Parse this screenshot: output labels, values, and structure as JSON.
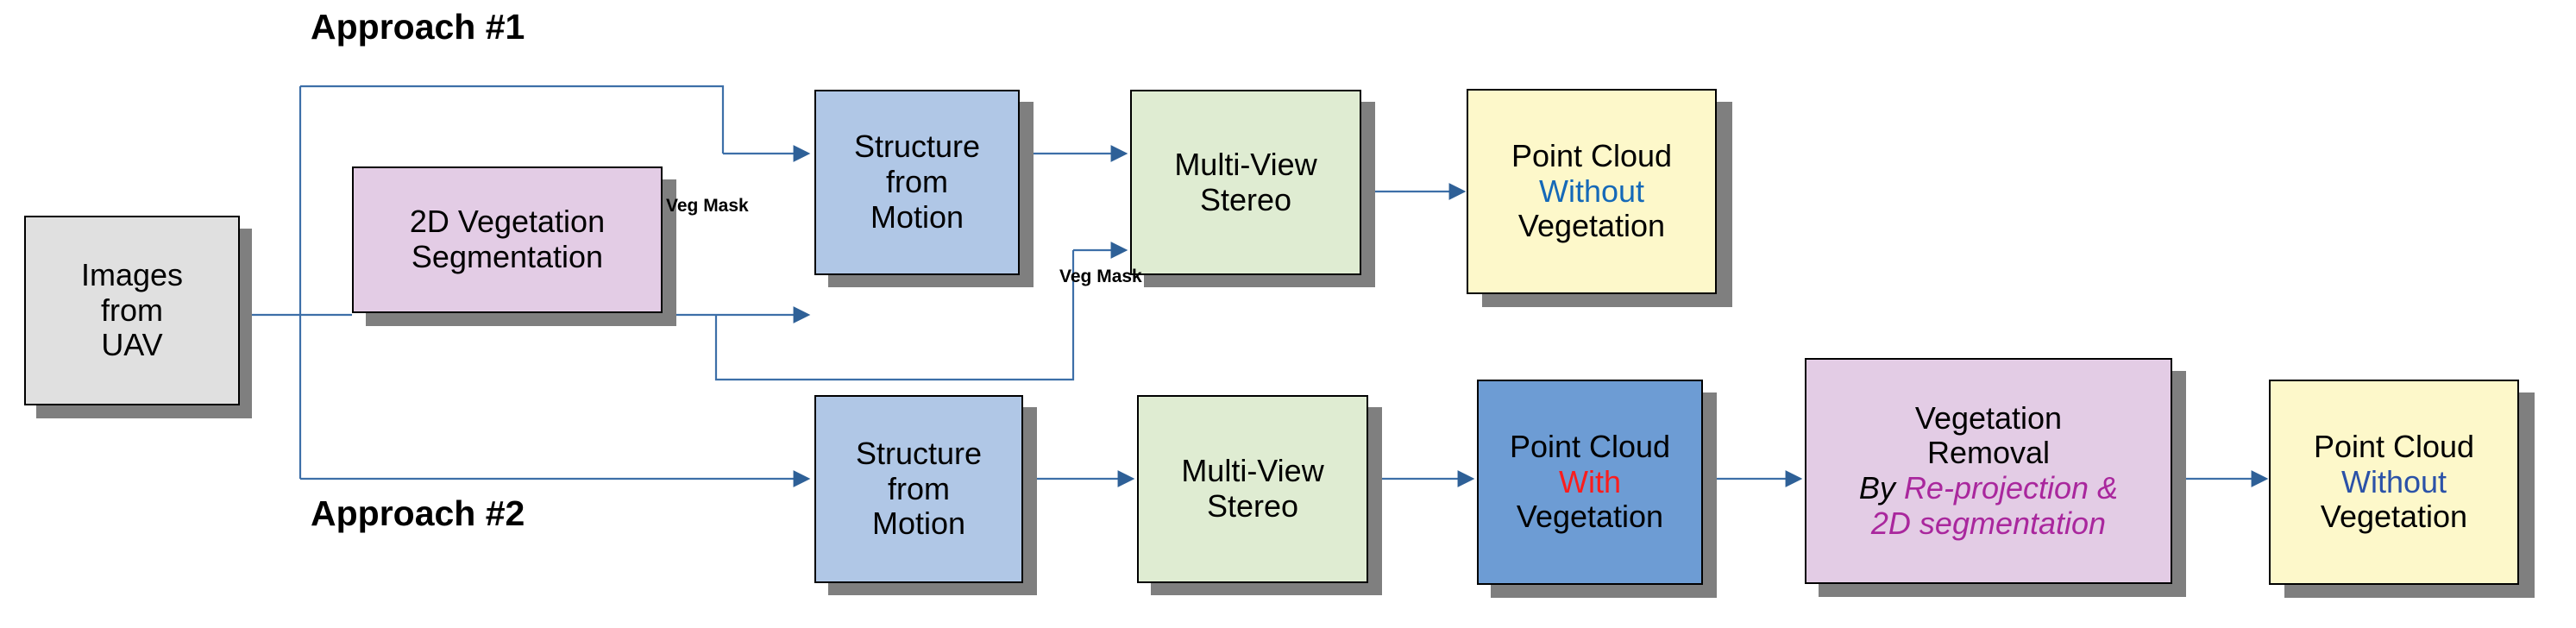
{
  "diagram": {
    "title": "UAV image vegetation removal – two approaches",
    "headings": [
      {
        "id": "approach-1",
        "label": "Approach #1"
      },
      {
        "id": "approach-2",
        "label": "Approach #2"
      }
    ],
    "edge_labels": [
      {
        "id": "veg-mask-top",
        "lines": [
          "Veg Mask"
        ]
      },
      {
        "id": "veg-mask-mid",
        "lines": [
          "Veg",
          "Mask"
        ]
      }
    ],
    "nodes": [
      {
        "id": "images-from-uav",
        "lines": [
          "Images",
          "from",
          "UAV"
        ],
        "fill": "#e0e0e0"
      },
      {
        "id": "2d-vegetation-segmentation",
        "lines": [
          "2D Vegetation",
          "Segmentation"
        ],
        "fill": "#e3cce5"
      },
      {
        "id": "structure-from-motion-top",
        "lines": [
          "Structure",
          "from",
          "Motion"
        ],
        "fill": "#b0c7e6"
      },
      {
        "id": "multi-view-stereo-top",
        "lines": [
          "Multi-View",
          "Stereo"
        ],
        "fill": "#dfecd2"
      },
      {
        "id": "point-cloud-without-vegetation-top",
        "lines": [
          "Point Cloud",
          "Without",
          "Vegetation"
        ],
        "fill": "#fdf8ca",
        "accent_line": 1,
        "accent_color": "#1569b8"
      },
      {
        "id": "structure-from-motion-bottom",
        "lines": [
          "Structure",
          "from",
          "Motion"
        ],
        "fill": "#b0c7e6"
      },
      {
        "id": "multi-view-stereo-bottom",
        "lines": [
          "Multi-View",
          "Stereo"
        ],
        "fill": "#dfecd2"
      },
      {
        "id": "point-cloud-with-vegetation",
        "lines": [
          "Point Cloud",
          "With",
          "Vegetation"
        ],
        "fill": "#6d9cd4",
        "accent_line": 1,
        "accent_color": "#fb1d1d"
      },
      {
        "id": "vegetation-removal",
        "lines": [
          "Vegetation",
          "Removal",
          "By Re-projection &",
          "2D segmentation"
        ],
        "fill": "#e3cce5",
        "note_prefix": "By",
        "note_emphasis": "Re-projection & 2D segmentation",
        "note_color": "#a9279d"
      },
      {
        "id": "point-cloud-without-vegetation-bottom",
        "lines": [
          "Point Cloud",
          "Without",
          "Vegetation"
        ],
        "fill": "#fdf8ca",
        "accent_line": 1,
        "accent_color": "#2b52a8"
      }
    ],
    "node_text": {
      "images_from_uav": {
        "l1": "Images",
        "l2": "from",
        "l3": "UAV"
      },
      "veg_seg": {
        "l1": "2D Vegetation",
        "l2": "Segmentation"
      },
      "sfm_top": {
        "l1": "Structure",
        "l2": "from",
        "l3": "Motion"
      },
      "mvs_top": {
        "l1": "Multi-View",
        "l2": "Stereo"
      },
      "pc_without_top": {
        "l1": "Point Cloud",
        "l2": "Without",
        "l3": "Vegetation"
      },
      "sfm_bottom": {
        "l1": "Structure",
        "l2": "from",
        "l3": "Motion"
      },
      "mvs_bottom": {
        "l1": "Multi-View",
        "l2": "Stereo"
      },
      "pc_with": {
        "l1": "Point Cloud",
        "l2": "With",
        "l3": "Vegetation"
      },
      "veg_removal": {
        "l1": "Vegetation",
        "l2": "Removal",
        "l3a": "By ",
        "l3b": "Re-projection &",
        "l4": "2D segmentation"
      },
      "pc_without_bottom": {
        "l1": "Point Cloud",
        "l2": "Without",
        "l3": "Vegetation"
      }
    },
    "labels": {
      "approach_1": "Approach #1",
      "approach_2": "Approach #2",
      "veg_mask_top": "Veg Mask",
      "veg_mask_mid_l1": "Veg",
      "veg_mask_mid_l2": "Mask"
    },
    "colors": {
      "connector": "#3d6fa8",
      "arrowhead": "#2e6097",
      "shadow": "#7f7f7f",
      "outline": "#000000",
      "grey_box": "#e0e0e0",
      "pink_box": "#e3cce5",
      "light_blue_box": "#b0c7e6",
      "green_box": "#dfecd2",
      "yellow_box": "#fdf8ca",
      "dark_blue_box": "#6d9cd4",
      "blue_text_light": "#1569b8",
      "blue_text_dark": "#2b52a8",
      "red_text": "#fb1d1d",
      "magenta_text": "#a9279d"
    }
  }
}
